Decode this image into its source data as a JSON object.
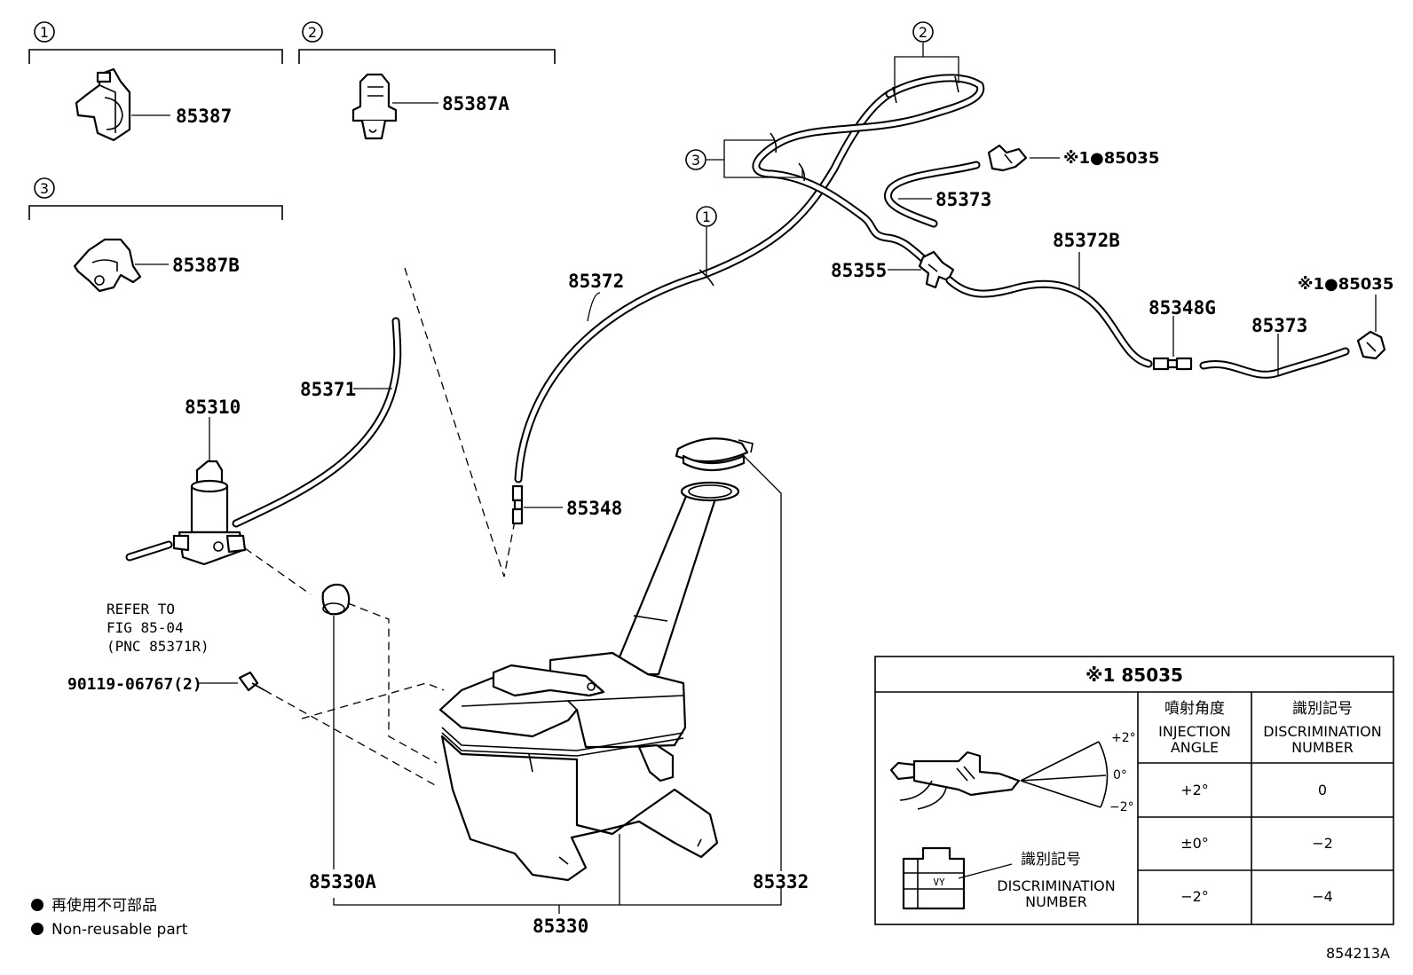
{
  "markers": {
    "m1": "1",
    "m2": "2",
    "m3": "3"
  },
  "clips": {
    "c1": "85387",
    "c2": "85387A",
    "c3": "85387B"
  },
  "parts": {
    "p85372": "85372",
    "p85371": "85371",
    "p85310": "85310",
    "p85348": "85348",
    "p85355": "85355",
    "p85373a": "85373",
    "p85373b": "85373",
    "p85372B": "85372B",
    "p85348G": "85348G",
    "p85035a": "※1●85035",
    "p85035b": "※1●85035",
    "p85330A": "85330A",
    "p85330": "85330",
    "p85332": "85332",
    "bolt": "90119-06767(2)"
  },
  "refer": {
    "line1": "REFER TO",
    "line2": "FIG 85-04",
    "line3": "(PNC 85371R)"
  },
  "legend": {
    "jp": "再使用不可部品",
    "en": "Non-reusable part"
  },
  "table": {
    "title": "※1 85035",
    "col1_jp": "噴射角度",
    "col1_en_1": "INJECTION",
    "col1_en_2": "ANGLE",
    "col2_jp": "識別記号",
    "col2_en_1": "DISCRIMINATION",
    "col2_en_2": "NUMBER",
    "rows": [
      {
        "angle": "+2°",
        "number": "0"
      },
      {
        "angle": "±0°",
        "number": "−2"
      },
      {
        "angle": "−2°",
        "number": "−4"
      }
    ],
    "angle_plus": "+2°",
    "angle_zero": "0°",
    "angle_minus": "−2°",
    "disc_jp": "識別記号",
    "disc_en_1": "DISCRIMINATION",
    "disc_en_2": "NUMBER",
    "stamp": "VY"
  },
  "figure_id": "854213A"
}
